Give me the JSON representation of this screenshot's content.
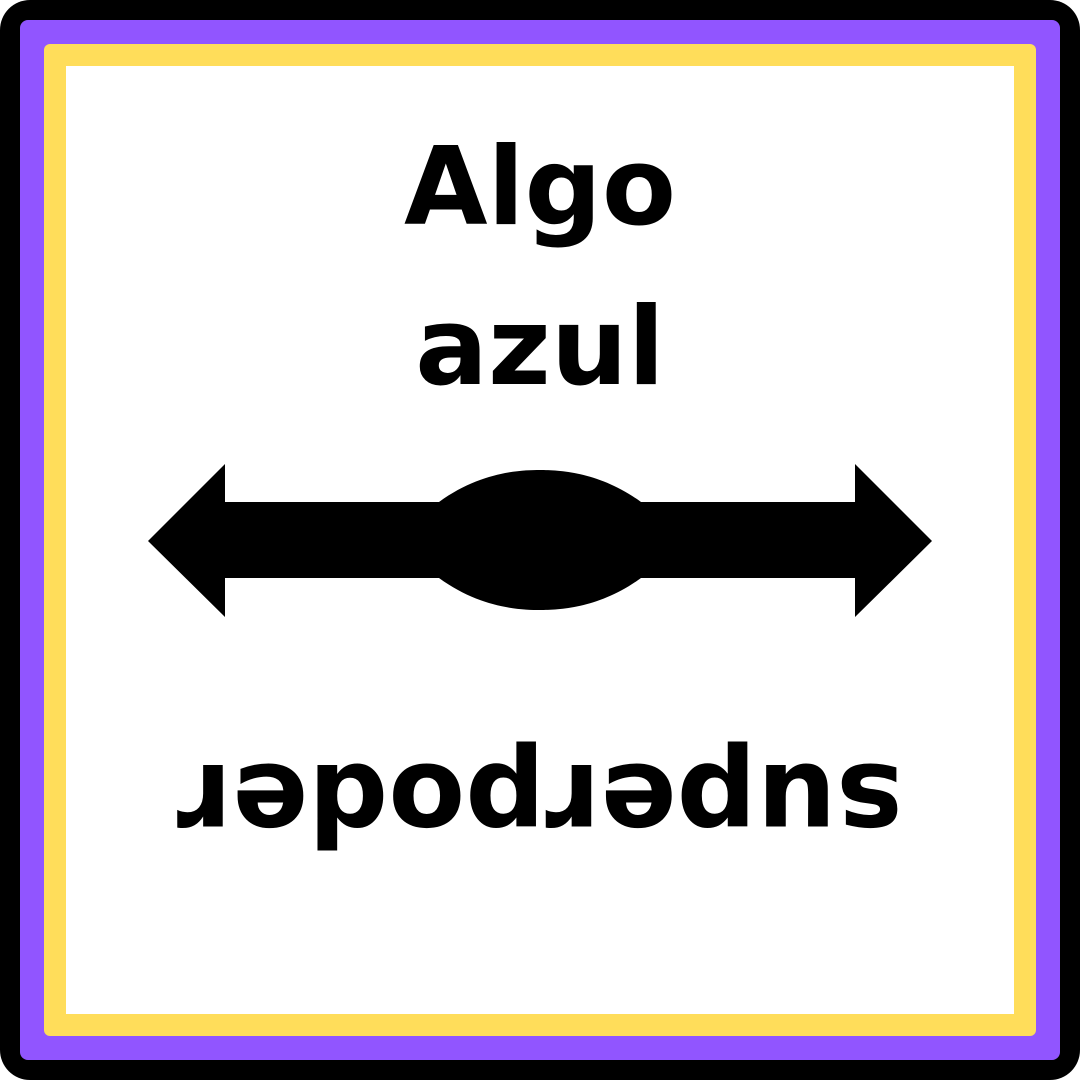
{
  "card": {
    "line1": "Algo",
    "line2": "azul",
    "flipped_word": "superpoder"
  },
  "colors": {
    "outer_border": "#000000",
    "purple_frame": "#9155ff",
    "yellow_frame": "#ffdd5a",
    "panel": "#ffffff",
    "ink": "#000000"
  },
  "icons": {
    "center": "double-headed-arrow-icon"
  }
}
